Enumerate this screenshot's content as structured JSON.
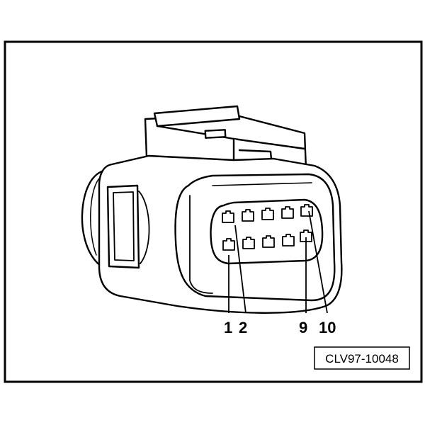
{
  "figure": {
    "pin_labels": [
      "1",
      "2",
      "9",
      "10"
    ],
    "reference_code": "CLV97-10048"
  },
  "colors": {
    "line": "#000000",
    "background": "#ffffff"
  }
}
